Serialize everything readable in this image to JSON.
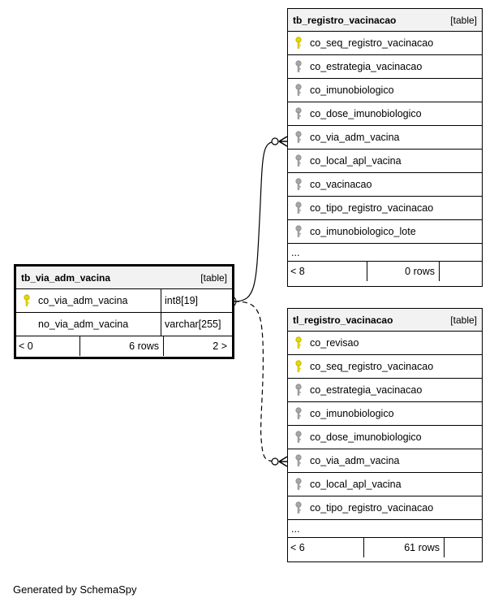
{
  "tables": {
    "via": {
      "name": "tb_via_adm_vacina",
      "tag": "[table]",
      "columns": [
        {
          "name": "co_via_adm_vacina",
          "type": "int8[19]",
          "key": "primary"
        },
        {
          "name": "no_via_adm_vacina",
          "type": "varchar[255]",
          "key": "none"
        }
      ],
      "footer": {
        "left": "< 0",
        "rows": "6 rows",
        "right": "2 >"
      }
    },
    "registro": {
      "name": "tb_registro_vacinacao",
      "tag": "[table]",
      "columns": [
        {
          "name": "co_seq_registro_vacinacao",
          "key": "primary"
        },
        {
          "name": "co_estrategia_vacinacao",
          "key": "foreign"
        },
        {
          "name": "co_imunobiologico",
          "key": "foreign"
        },
        {
          "name": "co_dose_imunobiologico",
          "key": "foreign"
        },
        {
          "name": "co_via_adm_vacina",
          "key": "foreign"
        },
        {
          "name": "co_local_apl_vacina",
          "key": "foreign"
        },
        {
          "name": "co_vacinacao",
          "key": "foreign"
        },
        {
          "name": "co_tipo_registro_vacinacao",
          "key": "foreign"
        },
        {
          "name": "co_imunobiologico_lote",
          "key": "foreign"
        }
      ],
      "ellipsis": "...",
      "footer": {
        "left": "< 8",
        "rows": "0 rows",
        "right": ""
      }
    },
    "tl_registro": {
      "name": "tl_registro_vacinacao",
      "tag": "[table]",
      "columns": [
        {
          "name": "co_revisao",
          "key": "primary"
        },
        {
          "name": "co_seq_registro_vacinacao",
          "key": "primary"
        },
        {
          "name": "co_estrategia_vacinacao",
          "key": "foreign"
        },
        {
          "name": "co_imunobiologico",
          "key": "foreign"
        },
        {
          "name": "co_dose_imunobiologico",
          "key": "foreign"
        },
        {
          "name": "co_via_adm_vacina",
          "key": "foreign"
        },
        {
          "name": "co_local_apl_vacina",
          "key": "foreign"
        },
        {
          "name": "co_tipo_registro_vacinacao",
          "key": "foreign"
        }
      ],
      "ellipsis": "...",
      "footer": {
        "left": "< 6",
        "rows": "61 rows",
        "right": ""
      }
    }
  },
  "colors": {
    "primary_key": "#e6d800",
    "foreign_key": "#a6a6a6",
    "header_bg": "#f2f2f2"
  },
  "generated_by": "Generated by SchemaSpy"
}
